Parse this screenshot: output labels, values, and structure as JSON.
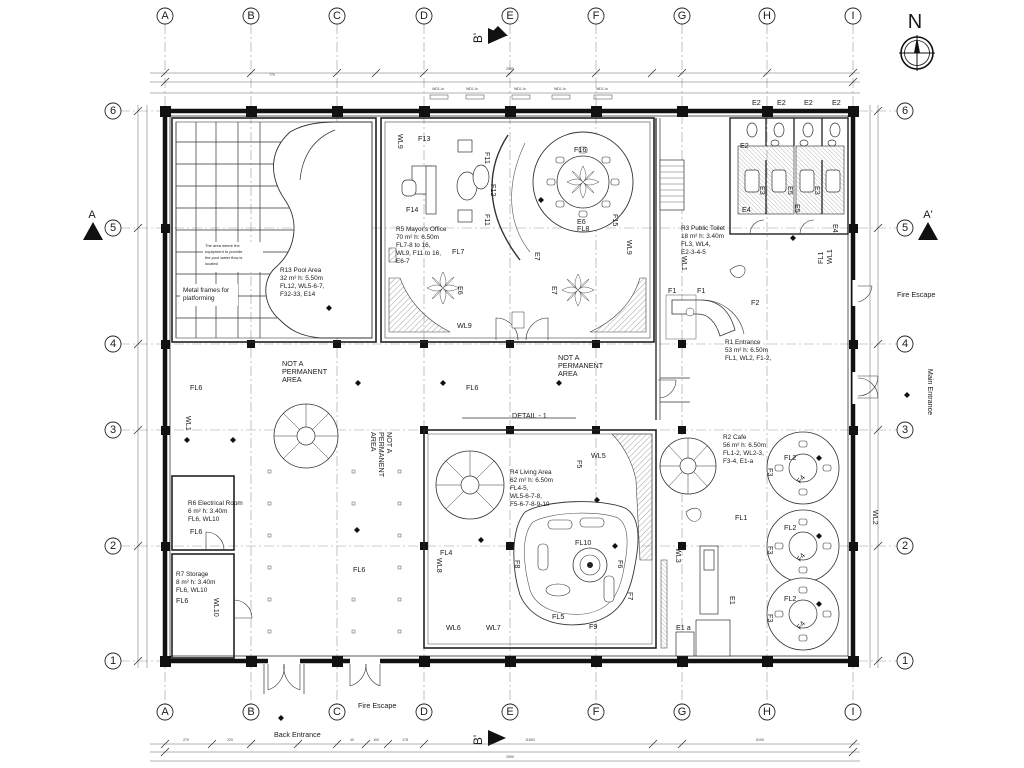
{
  "grid": {
    "columns": [
      "A",
      "B",
      "C",
      "D",
      "E",
      "F",
      "G",
      "H",
      "I"
    ],
    "rows": [
      "1",
      "2",
      "3",
      "4",
      "5",
      "6"
    ]
  },
  "north_arrow": "N",
  "sections": {
    "a": "A",
    "a_prime": "A'",
    "b_prime": "B'"
  },
  "rooms": {
    "r13": {
      "lines": [
        "R13 Pool Area",
        "32 m² h: 5.50m",
        "FL12, WL5-6-7,",
        "F32-33, E14"
      ]
    },
    "r13_note": [
      "The area where the",
      "equipment to provide",
      "the pool water flow is",
      "located"
    ],
    "metal_frames": [
      "Metal frames for",
      "platforming"
    ],
    "r5": {
      "lines": [
        "R5 Mayor's Office",
        "70 m² h: 6.50m",
        "FL7-8 to 16,",
        "WL9, F11 to 16,",
        "E6-7"
      ]
    },
    "r3": {
      "lines": [
        "R3 Public Toilet",
        "18 m² h: 3.40m",
        "FL3, WL4,",
        "E2-3-4-5"
      ]
    },
    "r1": {
      "lines": [
        "R1 Entrance",
        "53 m² h: 6.50m",
        "FL1, WL2, F1-2,"
      ]
    },
    "r2": {
      "lines": [
        "R2 Cafe",
        "56 m² h: 6.50m",
        "FL1-2, WL2-3,",
        "F3-4, E1-a"
      ]
    },
    "r4": {
      "lines": [
        "R4 Living Area",
        "62 m² h: 6.50m",
        "FL4-5,",
        "WL5-6-7-8,",
        "F5-6-7-8-9-10"
      ]
    },
    "r6": {
      "lines": [
        "R6 Electrical Room",
        "6 m² h: 3.40m",
        "FL6, WL10"
      ]
    },
    "r7": {
      "lines": [
        "R7 Storage",
        "8 m² h: 3.40m",
        "FL6, WL10"
      ]
    }
  },
  "not_permanent": [
    "NOT A",
    "PERMANENT",
    "AREA"
  ],
  "detail": "DETAIL - 1",
  "entrances": {
    "back": "Back Entrance",
    "fire_escape_bottom": "Fire Escape",
    "fire_escape_right": "Fire Escape",
    "main": "Main Entrance"
  },
  "tags": {
    "fl": [
      "FL6",
      "FL6",
      "FL6",
      "FL6",
      "FL4",
      "FL1",
      "FL2",
      "FL2",
      "FL2",
      "FL2",
      "FL5",
      "FL7",
      "FL8",
      "FL10"
    ],
    "wl": [
      "WL1",
      "WL1",
      "WL2",
      "WL3",
      "WL5",
      "WL6",
      "WL7",
      "WL8",
      "WL9",
      "WL9",
      "WL9",
      "WL10",
      "WL10",
      "WL1"
    ],
    "f": [
      "F1",
      "F1",
      "F2",
      "F3",
      "F3",
      "F3",
      "F4",
      "F4",
      "F4",
      "F5",
      "F6",
      "F7",
      "F8",
      "F9",
      "F10",
      "F11",
      "F11",
      "F12",
      "F13",
      "F14",
      "F15",
      "F16"
    ],
    "e": [
      "E1",
      "E1 a",
      "E2",
      "E2",
      "E2",
      "E2",
      "E2",
      "E3",
      "E3",
      "E4",
      "E4",
      "E5",
      "E5",
      "E6",
      "E6",
      "E7",
      "E7"
    ]
  },
  "dims": {
    "top": [
      "770",
      "2590",
      "WD1-In",
      "WD1-In",
      "WD1-In",
      "WD1-In",
      "WD1-In"
    ],
    "bottom": [
      "2590",
      "11800",
      "6100",
      "270",
      "220",
      "40",
      "100",
      "178"
    ]
  }
}
